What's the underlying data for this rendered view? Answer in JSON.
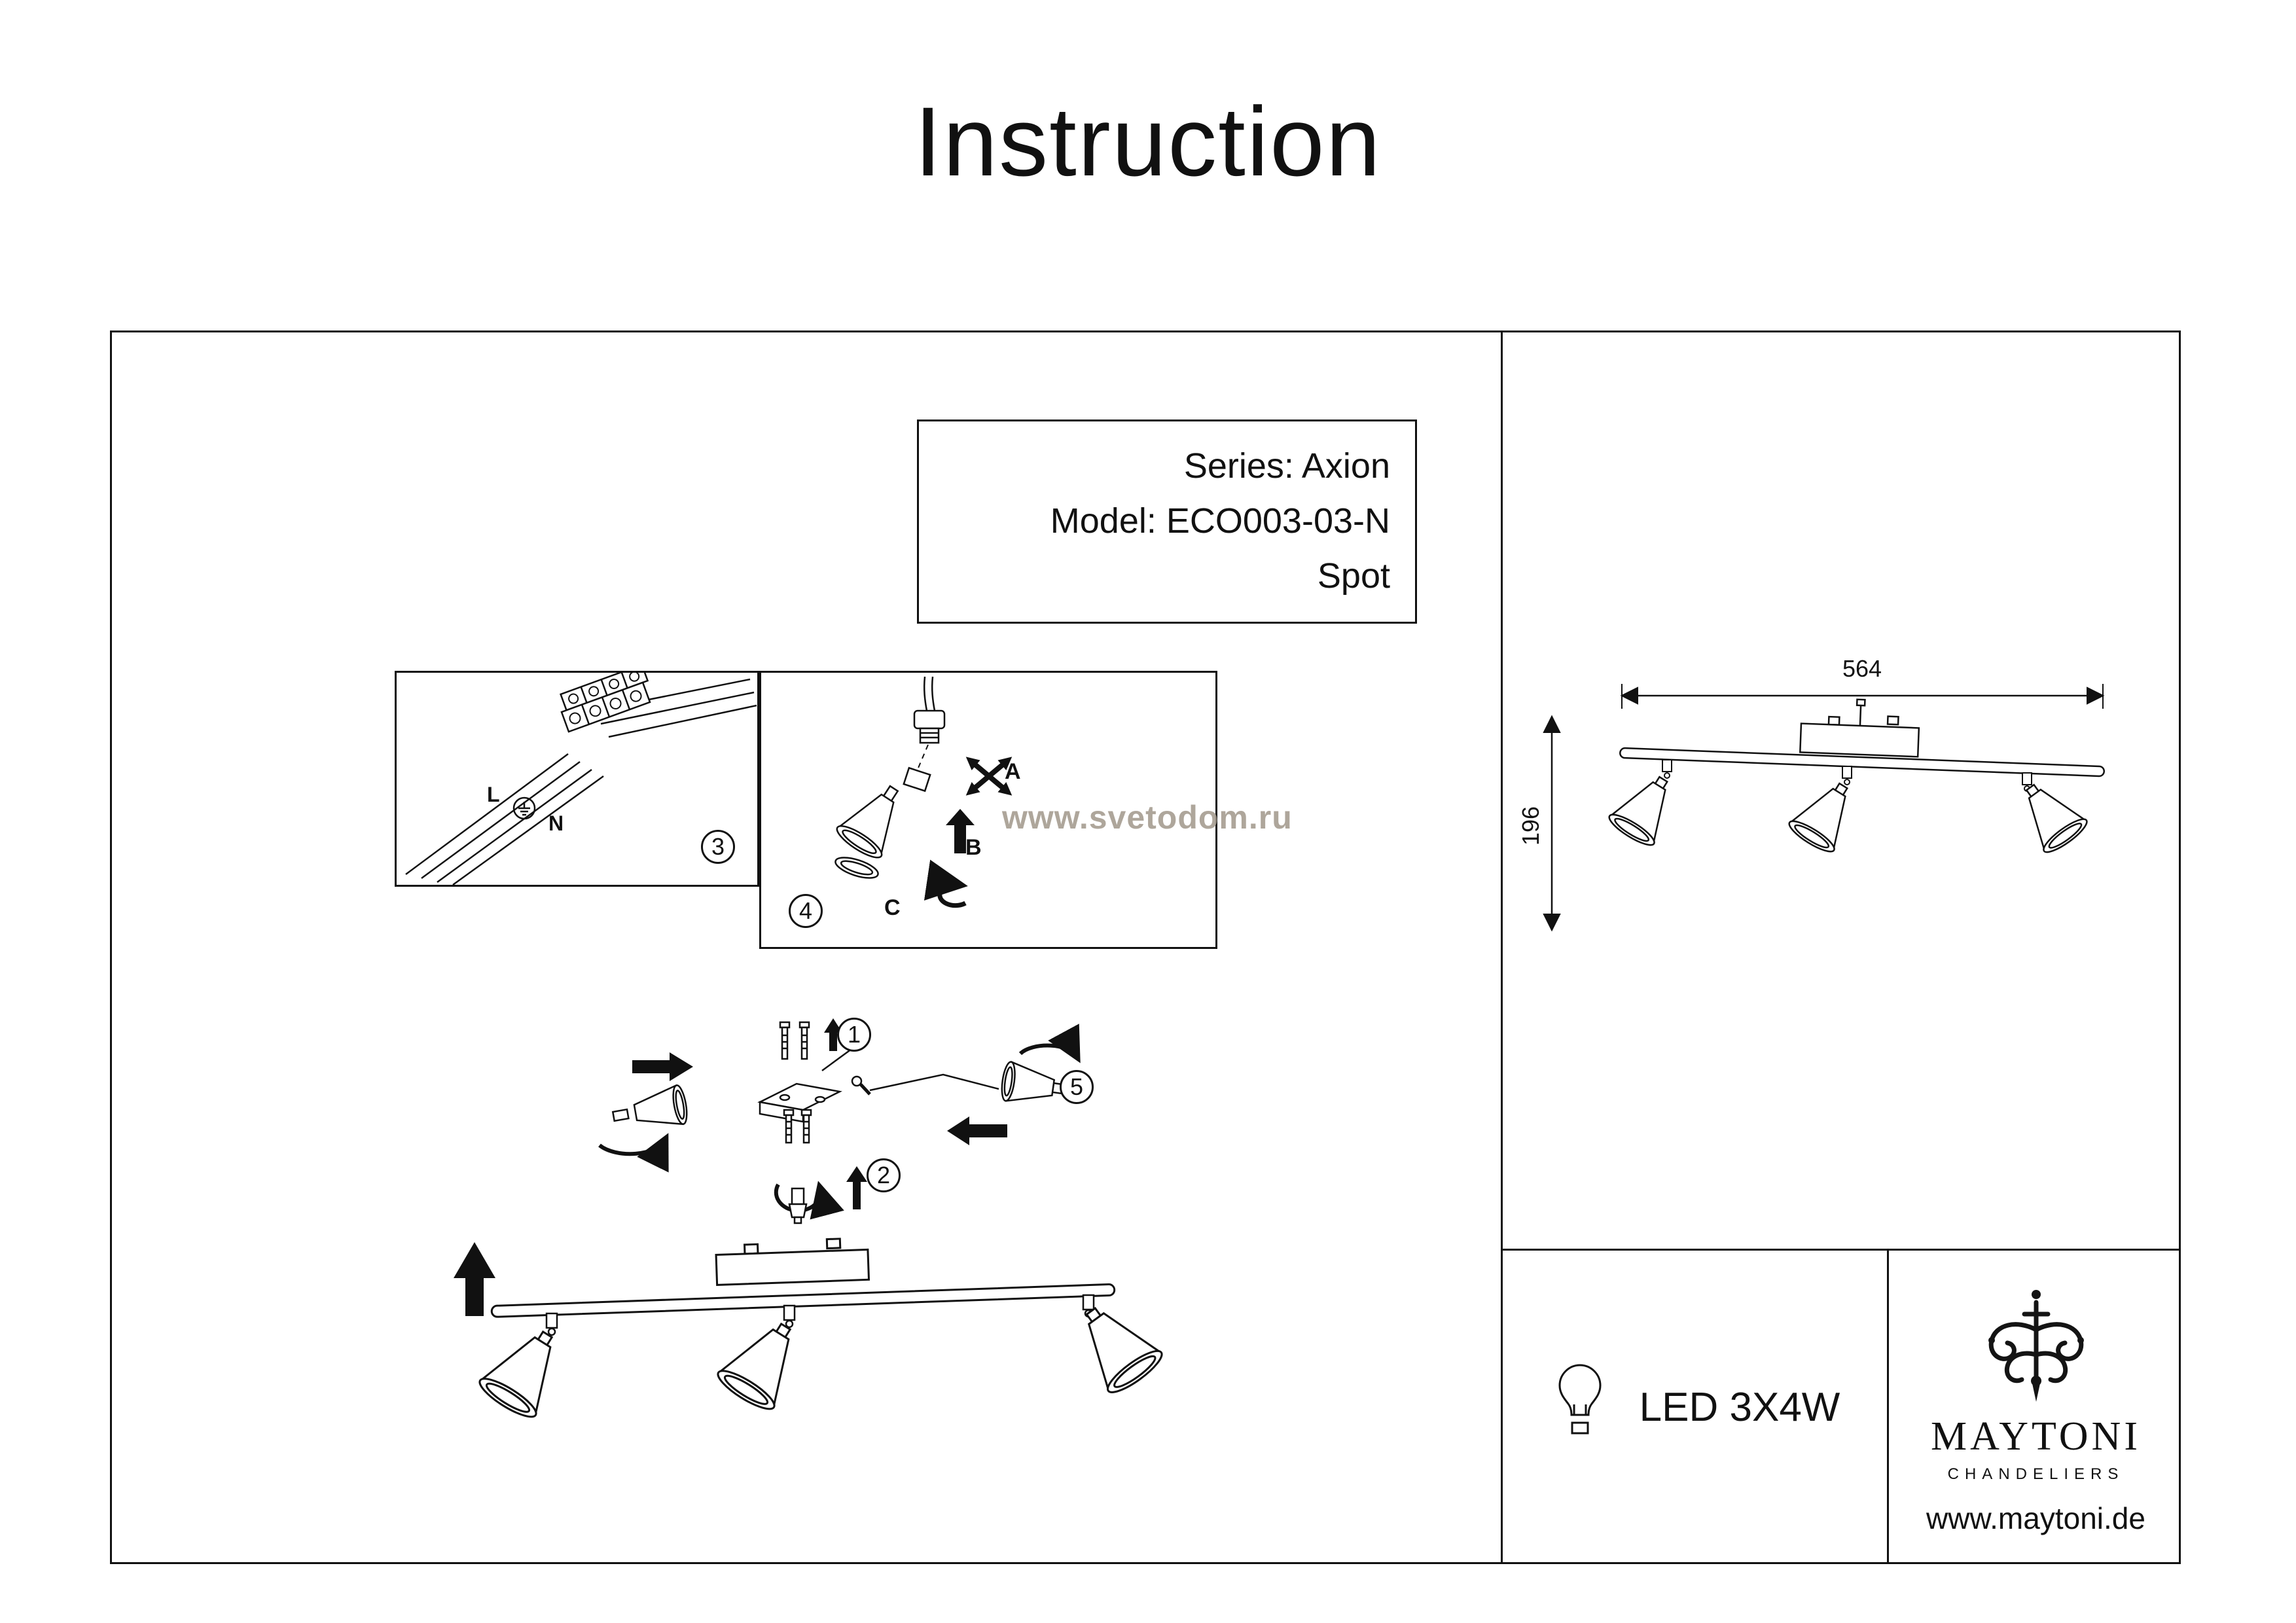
{
  "title": "Instruction",
  "product_info": {
    "series": "Series: Axion",
    "model": "Model: ECO003-03-N",
    "type": "Spot"
  },
  "watermark": "www.svetodom.ru",
  "wiring_diagram": {
    "step_number": "3",
    "live_label": "L",
    "neutral_label": "N"
  },
  "socket_diagram": {
    "step_number": "4",
    "direction_a": "A",
    "direction_b": "B",
    "direction_c": "C"
  },
  "assembly_diagram": {
    "step1": "1",
    "step2": "2",
    "step5": "5"
  },
  "dimensions": {
    "width_mm": "564",
    "height_mm": "196"
  },
  "spec": {
    "lamp": "LED 3X4W"
  },
  "brand": {
    "name": "MAYTONI",
    "tagline": "CHANDELIERS",
    "website": "www.maytoni.de"
  }
}
